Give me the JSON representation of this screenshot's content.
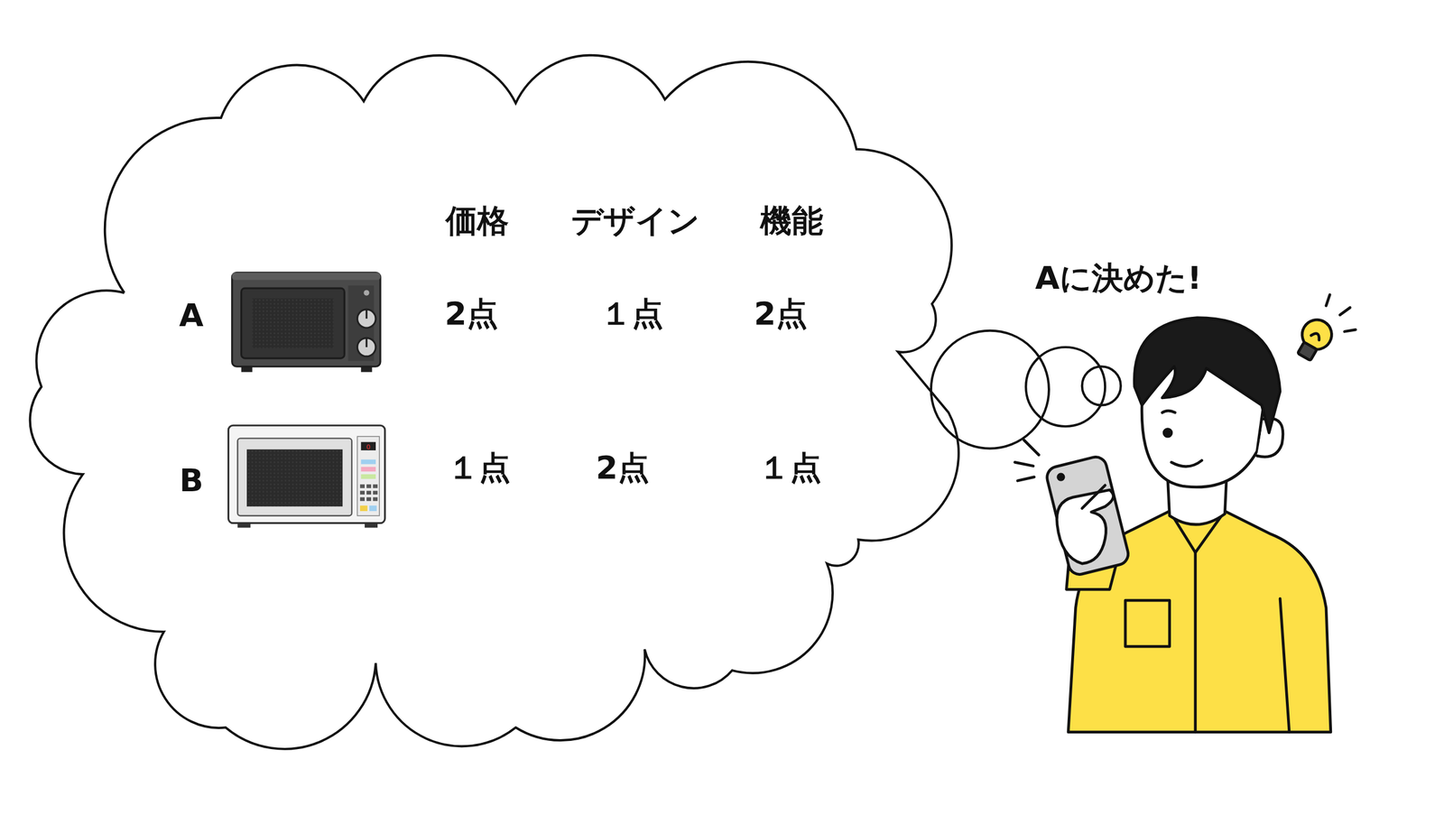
{
  "diagram": {
    "labels": [
      "価格",
      "デザイン",
      "機能",
      "A",
      "2点",
      "１点",
      "2点",
      "Aに決めた!",
      "B",
      "１点",
      "2点",
      "１点"
    ]
  }
}
